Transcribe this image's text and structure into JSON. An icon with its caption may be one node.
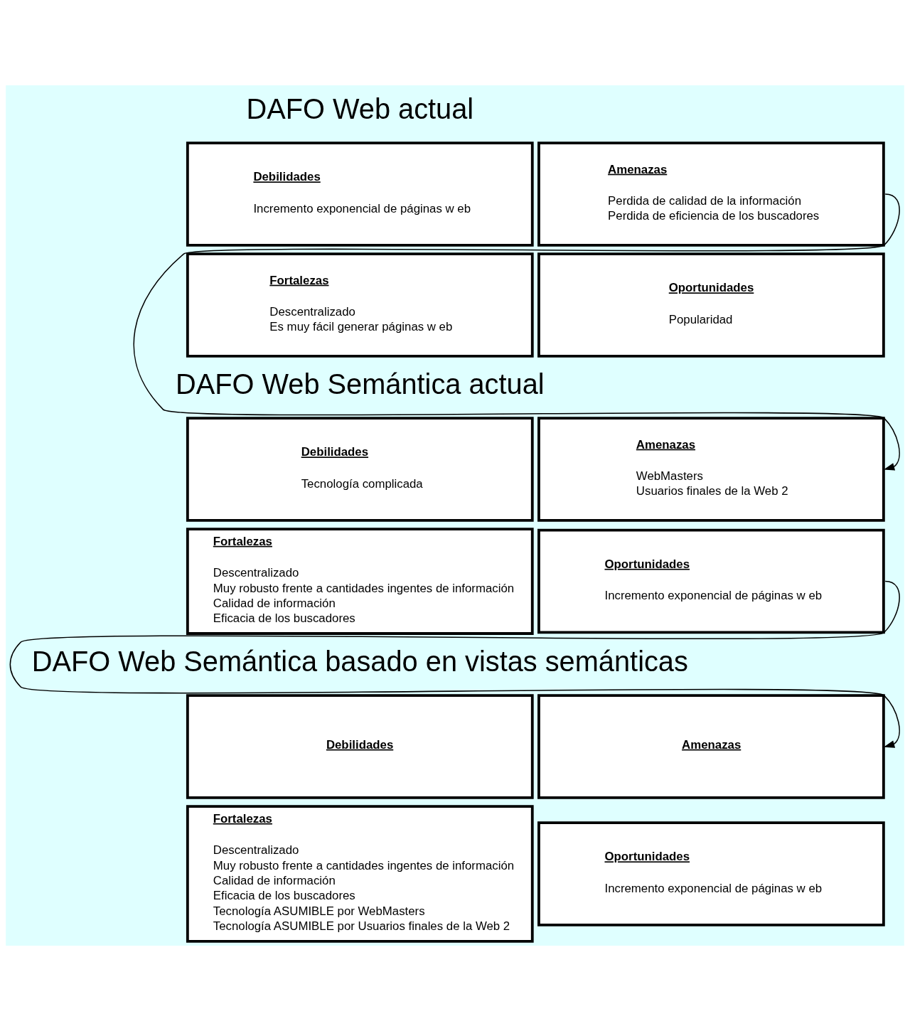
{
  "diagram": {
    "nodes": [
      {
        "text": [
          "Debilidades",
          "Incremento exponencial de páginas w eb"
        ]
      },
      {
        "text": [
          "Amenazas",
          "Perdida de calidad de la información",
          "Perdida de eficiencia de los buscadores"
        ]
      },
      {
        "text": [
          "Fortalezas",
          "Descentralizado",
          "Es muy fácil generar páginas w eb"
        ]
      },
      {
        "text": [
          "Oportunidades",
          "Popularidad"
        ]
      },
      {
        "text": [
          "Debilidades",
          "Tecnología complicada"
        ]
      },
      {
        "text": [
          "Amenazas",
          "WebMasters",
          "Usuarios finales de la Web 2"
        ]
      },
      {
        "text": [
          "Fortalezas",
          "Descentralizado",
          "Muy robusto frente a cantidades ingentes de información",
          "Calidad de información",
          "Eficacia de los buscadores"
        ]
      },
      {
        "text": [
          "Oportunidades",
          "Incremento exponencial de páginas w eb"
        ]
      },
      {
        "text": [
          "Debilidades"
        ]
      },
      {
        "text": [
          "Amenazas"
        ]
      },
      {
        "text": [
          "Fortalezas",
          "Descentralizado",
          "Muy robusto frente a cantidades ingentes de información",
          "Calidad de información",
          "Eficacia de los buscadores",
          "Tecnología ASUMIBLE por WebMasters",
          "Tecnología ASUMIBLE por Usuarios finales de la Web 2"
        ]
      },
      {
        "text": [
          "Oportunidades",
          "Incremento exponencial de páginas w eb"
        ]
      }
    ],
    "edges": [
      {
        "from": 1,
        "to": 5,
        "arrow": "to"
      },
      {
        "from": 7,
        "to": 9,
        "arrow": "to"
      }
    ],
    "labels": [
      "DAFO Web actual",
      "DAFO Web Semántica actual",
      "DAFO Web Semántica basado en vistas semánticas"
    ]
  }
}
